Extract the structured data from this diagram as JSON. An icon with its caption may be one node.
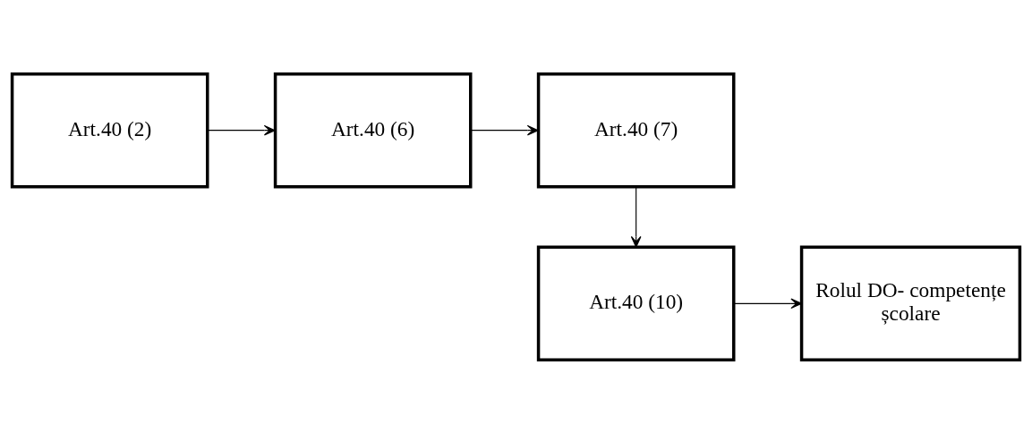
{
  "diagram": {
    "nodes": [
      {
        "text": [
          "Art.40 (2)"
        ]
      },
      {
        "text": [
          "Art.40 (6)"
        ]
      },
      {
        "text": [
          "Art.40 (7)"
        ]
      },
      {
        "text": [
          "Art.40 (10)"
        ]
      },
      {
        "text": [
          "Rolul DO- competențe școlare"
        ]
      }
    ],
    "edges": [
      {
        "from": 0,
        "to": 1,
        "arrow": "to"
      },
      {
        "from": 1,
        "to": 2,
        "arrow": "to"
      },
      {
        "from": 2,
        "to": 3,
        "arrow": "to"
      },
      {
        "from": 3,
        "to": 4,
        "arrow": "to"
      }
    ]
  }
}
